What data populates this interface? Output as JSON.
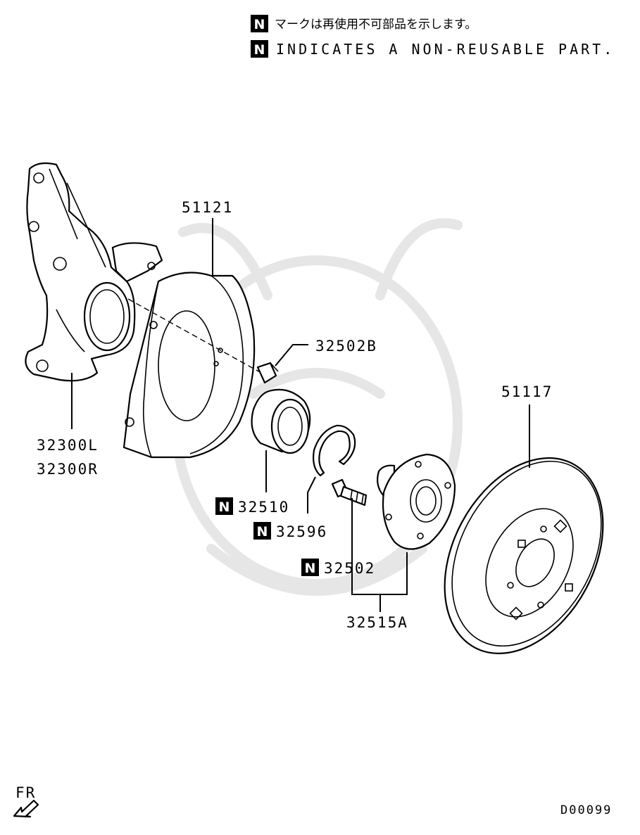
{
  "legend": {
    "badge": "N",
    "japanese": "マークは再使用不可部品を示します。",
    "english": "INDICATES A NON-REUSABLE PART."
  },
  "parts": {
    "knuckle": [
      "32300L",
      "32300R"
    ],
    "dust_cover": "51121",
    "bolt": "32502B",
    "bearing": "32510",
    "snap_ring": "32596",
    "hub_bolt": "32502",
    "hub_assembly": "32515A",
    "brake_disc": "51117"
  },
  "footer": {
    "direction": "FR",
    "diagram_code": "D00099"
  }
}
